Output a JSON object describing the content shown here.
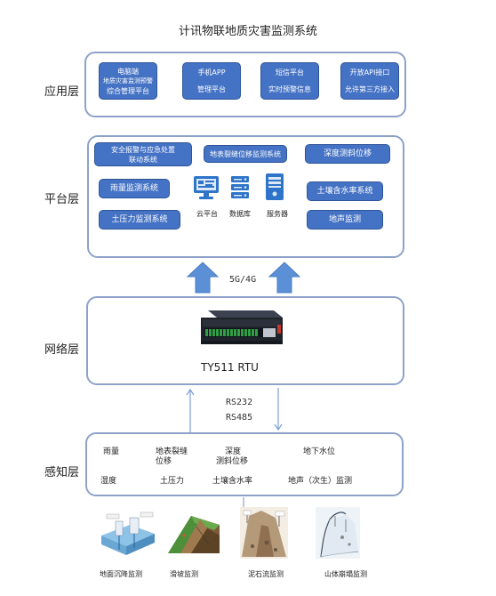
{
  "title": "计讯物联地质灾害监测系统",
  "layers": {
    "application": "应用层",
    "platform": "平台层",
    "network": "网络层",
    "perception": "感知层"
  },
  "application_boxes": [
    {
      "line1": "电脑端",
      "line2": "地质灾害监测预警",
      "line3": "综合管理平台"
    },
    {
      "line1": "手机APP",
      "line2": "管理平台"
    },
    {
      "line1": "短信平台",
      "line2": "实时预警信息"
    },
    {
      "line1": "开放API接口",
      "line2": "允许第三方接入"
    }
  ],
  "platform_boxes": {
    "alarm": {
      "line1": "安全报警与应急处置",
      "line2": "联动系统"
    },
    "surface_crack": "地表裂缝位移监测系统",
    "deep_incline": "深度测斜位移",
    "rainfall": "雨量监测系统",
    "soil_moisture": "土壤含水率系统",
    "earth_pressure": "土压力监测系统",
    "ground_sound": "地声监测"
  },
  "platform_icons": {
    "cloud": {
      "icon": "computer-monitor-icon",
      "label": "云平台"
    },
    "database": {
      "icon": "database-server-icon",
      "label": "数据库"
    },
    "server": {
      "icon": "tower-server-icon",
      "label": "服务器"
    }
  },
  "network": {
    "protocol_up": "5G/4G",
    "device_name": "TY511 RTU",
    "serial_1": "RS232",
    "serial_2": "RS485"
  },
  "sensors": {
    "rain": "雨量",
    "crack_1": "地表裂缝",
    "crack_2": "位移",
    "deep_1": "深度",
    "deep_2": "测斜位移",
    "groundwater": "地下水位",
    "humidity": "湿度",
    "pressure": "土压力",
    "moisture": "土壤含水率",
    "sound": "地声（次生）监测"
  },
  "photos": [
    {
      "label": "地面沉降监测"
    },
    {
      "label": "滑坡监测"
    },
    {
      "label": "泥石流监测"
    },
    {
      "label": "山体崩塌监测"
    }
  ],
  "colors": {
    "box_fill": "#4472c4",
    "panel_border": "#8ea2c9",
    "arrow_fill": "#5b8fd6",
    "line": "#7aa0d8"
  }
}
